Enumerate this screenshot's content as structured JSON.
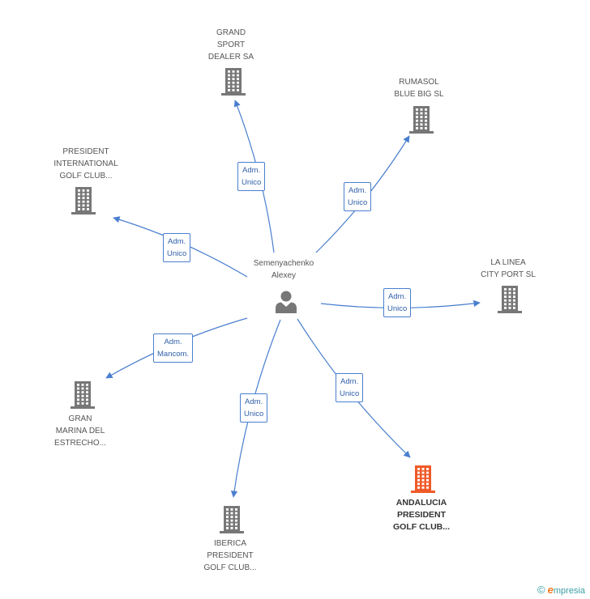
{
  "center": {
    "name_lines": [
      "Semenyachenko",
      "Alexey"
    ],
    "icon": "person-icon"
  },
  "companies": [
    {
      "id": "grand-sport",
      "lines": [
        "GRAND",
        "SPORT",
        "DEALER SA"
      ],
      "highlight": false
    },
    {
      "id": "rumasol",
      "lines": [
        "RUMASOL",
        "BLUE BIG SL"
      ],
      "highlight": false
    },
    {
      "id": "president-international",
      "lines": [
        "PRESIDENT",
        "INTERNATIONAL",
        "GOLF CLUB..."
      ],
      "highlight": false
    },
    {
      "id": "la-linea",
      "lines": [
        "LA LINEA",
        "CITY PORT SL"
      ],
      "highlight": false
    },
    {
      "id": "gran-marina",
      "lines": [
        "GRAN",
        "MARINA DEL",
        "ESTRECHO..."
      ],
      "highlight": false
    },
    {
      "id": "iberica",
      "lines": [
        "IBERICA",
        "PRESIDENT",
        "GOLF CLUB..."
      ],
      "highlight": false
    },
    {
      "id": "andalucia",
      "lines": [
        "ANDALUCIA",
        "PRESIDENT",
        "GOLF CLUB..."
      ],
      "highlight": true
    }
  ],
  "edges": [
    {
      "to": "grand-sport",
      "label_lines": [
        "Adm.",
        "Unico"
      ]
    },
    {
      "to": "rumasol",
      "label_lines": [
        "Adm.",
        "Unico"
      ]
    },
    {
      "to": "president-international",
      "label_lines": [
        "Adm.",
        "Unico"
      ]
    },
    {
      "to": "la-linea",
      "label_lines": [
        "Adm.",
        "Unico"
      ]
    },
    {
      "to": "gran-marina",
      "label_lines": [
        "Adm.",
        "Mancom."
      ]
    },
    {
      "to": "iberica",
      "label_lines": [
        "Adm.",
        "Unico"
      ]
    },
    {
      "to": "andalucia",
      "label_lines": [
        "Adm.",
        "Unico"
      ]
    }
  ],
  "colors": {
    "edge": "#4a7fcf",
    "building": "#777777",
    "building_highlight": "#f05a28",
    "person": "#777777"
  },
  "brand": {
    "copyright": "©",
    "initial": "e",
    "rest": "mpresia"
  }
}
